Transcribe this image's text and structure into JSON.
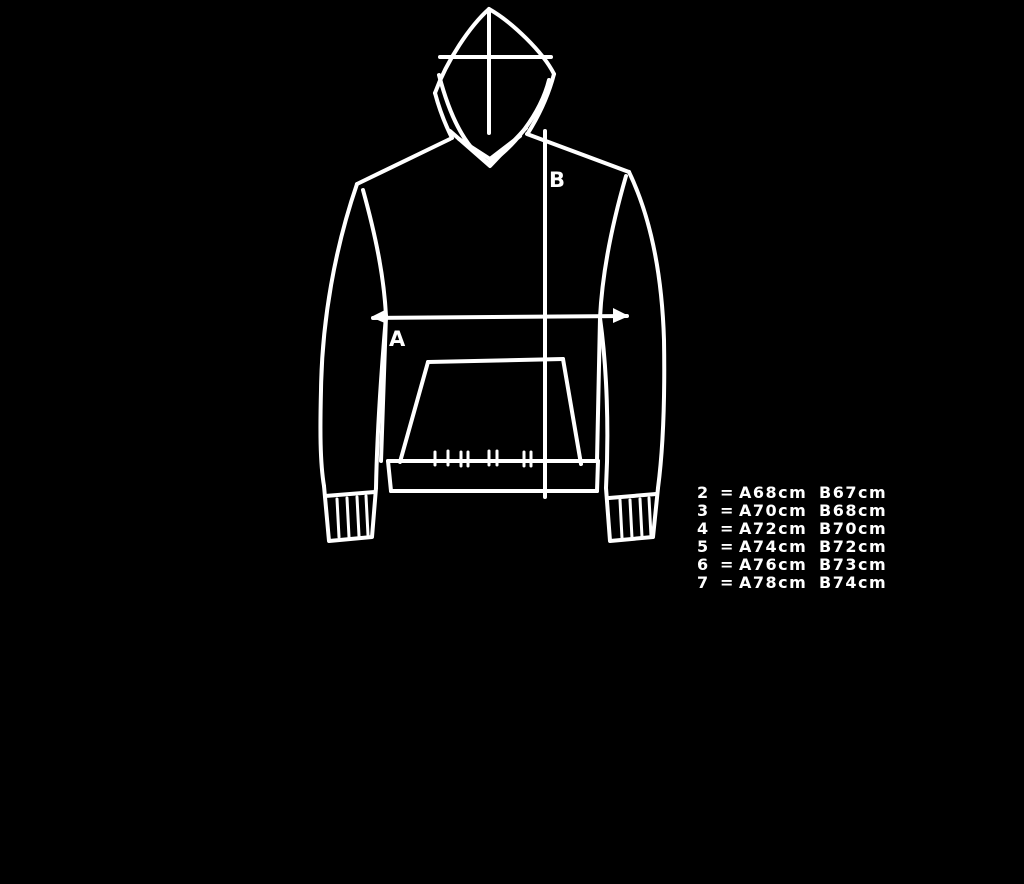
{
  "canvas": {
    "background_color": "#000000",
    "line_color": "#ffffff",
    "text_color": "#ffffff"
  },
  "diagram": {
    "subject": "hoodie technical flat drawing with measurement lines",
    "measure_a_label": "A",
    "measure_b_label": "B"
  },
  "legend": {
    "rows": [
      {
        "size": "2",
        "separator": "=",
        "value_a": "A68cm",
        "value_b": "B67cm"
      },
      {
        "size": "3",
        "separator": "=",
        "value_a": "A70cm",
        "value_b": "B68cm"
      },
      {
        "size": "4",
        "separator": "=",
        "value_a": "A72cm",
        "value_b": "B70cm"
      },
      {
        "size": "5",
        "separator": "=",
        "value_a": "A74cm",
        "value_b": "B72cm"
      },
      {
        "size": "6",
        "separator": "=",
        "value_a": "A76cm",
        "value_b": "B73cm"
      },
      {
        "size": "7",
        "separator": "=",
        "value_a": "A78cm",
        "value_b": "B74cm"
      }
    ]
  }
}
